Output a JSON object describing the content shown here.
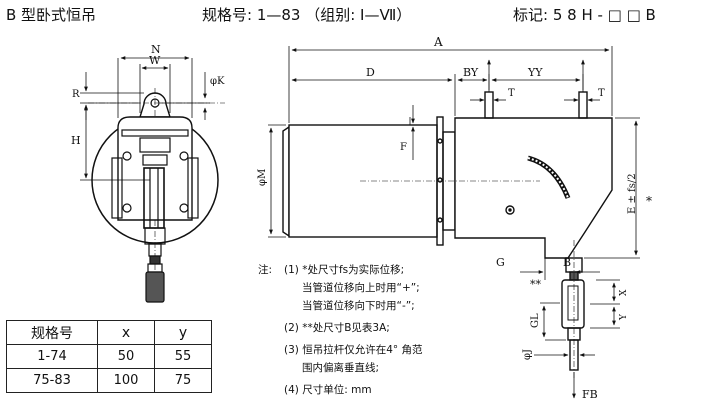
{
  "header": {
    "title": "B 型卧式恒吊",
    "spec_no": "规格号: 1—83 （组别: Ⅰ—Ⅶ）",
    "marking": "标记: 5 8 H - □ □ B"
  },
  "dimensions": {
    "N": "N",
    "W": "W",
    "R": "R",
    "H": "H",
    "phiK": "φK",
    "A": "A",
    "D": "D",
    "BY": "BY",
    "YY": "YY",
    "T1": "T",
    "T2": "T",
    "F": "F",
    "phiM": "φM",
    "G": "G",
    "B": "B",
    "E": "E ± fs/2",
    "star": "*",
    "dstar": "**",
    "X": "X",
    "Y": "Y",
    "GL": "GL",
    "phiJ": "φJ",
    "FB": "FB"
  },
  "notes": {
    "lead": "注:",
    "n1a": "(1)  *处尺寸fs为实际位移;",
    "n1b": "当管道位移向上时用“+”;",
    "n1c": "当管道位移向下时用“-”;",
    "n2": "(2)  **处尺寸B见表3A;",
    "n3a": "(3)  恒吊拉杆仅允许在4° 角范",
    "n3b": "围内偏离垂直线;",
    "n4": "(4)  尺寸单位: mm"
  },
  "table": {
    "headers": [
      "规格号",
      "x",
      "y"
    ],
    "rows": [
      [
        "1-74",
        "50",
        "55"
      ],
      [
        "75-83",
        "100",
        "75"
      ]
    ]
  }
}
